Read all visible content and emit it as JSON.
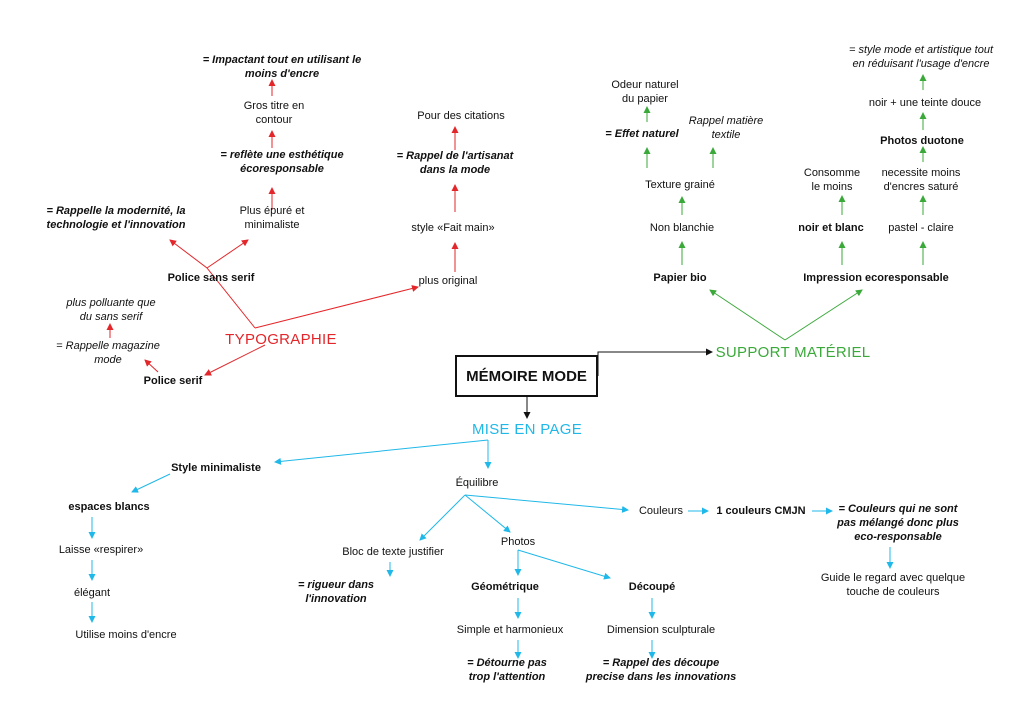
{
  "main": "MÉMOIRE MODE",
  "typo": {
    "title": "TYPOGRAPHIE",
    "sans": "Police sans serif",
    "sans_left": [
      "= Rappelle la modernité, la",
      "technologie et l'innovation"
    ],
    "sans_right": [
      "Plus épuré et",
      "minimaliste"
    ],
    "eco": [
      "= reflète une esthétique",
      "écoresponsable"
    ],
    "gros": [
      "Gros titre en",
      "contour"
    ],
    "impact": [
      "= Impactant tout en utilisant le",
      "moins d'encre"
    ],
    "plus_original": "plus original",
    "fait_main": "style «Fait main»",
    "artisanat": [
      "= Rappel de l'artisanat",
      "dans la mode"
    ],
    "citations": "Pour des citations",
    "serif": "Police serif",
    "magazine": [
      "= Rappelle magazine",
      "mode"
    ],
    "polluante": [
      "plus polluante que",
      "du sans serif"
    ]
  },
  "support": {
    "title": "SUPPORT MATÉRIEL",
    "papier": "Papier bio",
    "non_blanchie": "Non blanchie",
    "texture": "Texture grainé",
    "effet": "= Effet naturel",
    "odeur": [
      "Odeur naturel",
      "du papier"
    ],
    "rappel_textile": [
      "Rappel matière",
      "textile"
    ],
    "impression": "Impression ecoresponsable",
    "noir_blanc": "noir et blanc",
    "consomme": [
      "Consomme",
      "le moins"
    ],
    "pastel": "pastel - claire",
    "necessite": [
      "necessite moins",
      "d'encres saturé"
    ],
    "duotone": "Photos duotone",
    "teinte": "noir + une teinte douce",
    "style_mode": [
      "= style mode et artistique tout",
      "en réduisant l'usage d'encre"
    ]
  },
  "mise": {
    "title": "MISE EN PAGE",
    "style_min": "Style minimaliste",
    "espaces": "espaces blancs",
    "respirer": "Laisse «respirer»",
    "elegant": "élégant",
    "moins_encre": "Utilise moins d'encre",
    "equilibre": "Équilibre",
    "bloc": "Bloc de texte justifier",
    "rigueur": [
      "= rigueur dans",
      "l'innovation"
    ],
    "photos": "Photos",
    "geometrique": "Géométrique",
    "simple": "Simple et harmonieux",
    "detourne": [
      "= Détourne pas",
      "trop l'attention"
    ],
    "decoupe": "Découpé",
    "dimension": "Dimension sculpturale",
    "rappel_decoupe": [
      "= Rappel des découpe",
      "precise dans les innovations"
    ],
    "couleurs": "Couleurs",
    "cmjn": "1 couleurs CMJN",
    "couleurs_eco": [
      "= Couleurs qui ne sont",
      "pas mélangé donc plus",
      "eco-responsable"
    ],
    "guide": [
      "Guide le regard avec quelque",
      "touche de couleurs"
    ]
  },
  "colors": {
    "red": "#e3262a",
    "green": "#3aa93a",
    "blue": "#20b8e8",
    "black": "#111111"
  }
}
